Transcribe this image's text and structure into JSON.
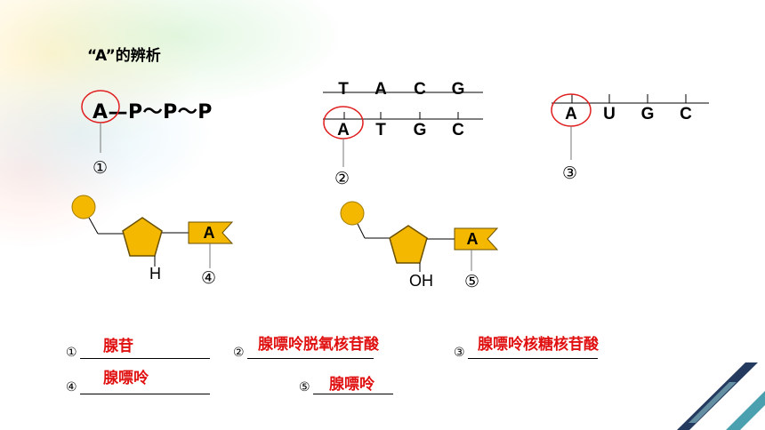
{
  "title": "“A”的辨析",
  "atp_formula": "A—P～P～P",
  "dna": {
    "top_strand": [
      "T",
      "A",
      "C",
      "G"
    ],
    "bottom_strand": [
      "A",
      "T",
      "G",
      "C"
    ]
  },
  "rna": {
    "strand": [
      "A",
      "U",
      "G",
      "C"
    ]
  },
  "markers": [
    "①",
    "②",
    "③",
    "④",
    "⑤"
  ],
  "nucleotide_left": {
    "base_label": "A",
    "sugar_group": "H"
  },
  "nucleotide_right": {
    "base_label": "A",
    "sugar_group": "OH"
  },
  "questions": [
    {
      "number": "①",
      "answer": "腺苷"
    },
    {
      "number": "②",
      "answer": "腺嘌呤脱氧核苷酸"
    },
    {
      "number": "③",
      "answer": "腺嘌呤核糖核苷酸"
    },
    {
      "number": "④",
      "answer": "腺嘌呤"
    },
    {
      "number": "⑤",
      "answer": "腺嘌呤"
    }
  ],
  "colors": {
    "circle_highlight": "#e02020",
    "phosphate_fill": "#f5b800",
    "answer_text": "#e01010",
    "decor_teal": "#2a8fa0",
    "decor_navy": "#243a5e"
  }
}
